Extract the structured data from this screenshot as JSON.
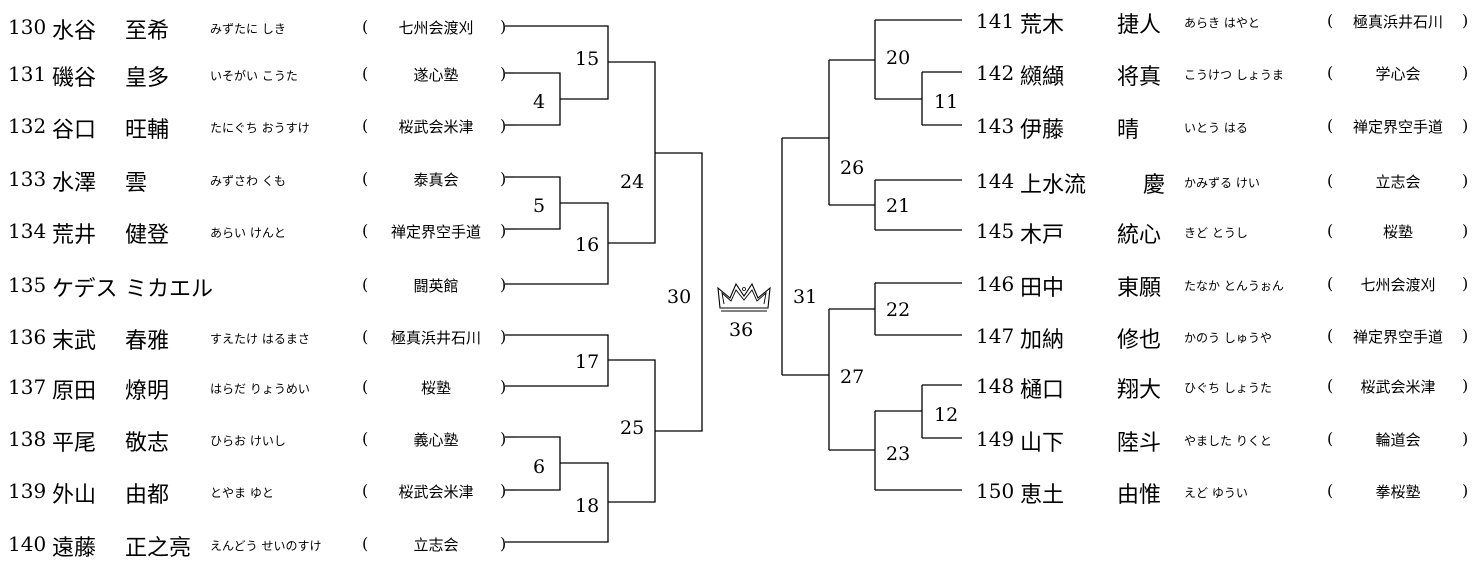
{
  "left_players": [
    {
      "no": "130",
      "family": "水谷",
      "given": "至希",
      "kana": "みずたに しき",
      "dojo": "七州会渡刈"
    },
    {
      "no": "131",
      "family": "磯谷",
      "given": "皇多",
      "kana": "いそがい こうた",
      "dojo": "遂心塾"
    },
    {
      "no": "132",
      "family": "谷口",
      "given": "旺輔",
      "kana": "たにぐち おうすけ",
      "dojo": "桜武会米津"
    },
    {
      "no": "133",
      "family": "水澤",
      "given": "雲",
      "kana": "みずさわ くも",
      "dojo": "泰真会"
    },
    {
      "no": "134",
      "family": "荒井",
      "given": "健登",
      "kana": "あらい けんと",
      "dojo": "禅定界空手道"
    },
    {
      "no": "135",
      "family": "ケデス",
      "given": "ミカエル",
      "kana": "",
      "dojo": "闘英館"
    },
    {
      "no": "136",
      "family": "末武",
      "given": "春雅",
      "kana": "すえたけ はるまさ",
      "dojo": "極真浜井石川"
    },
    {
      "no": "137",
      "family": "原田",
      "given": "燎明",
      "kana": "はらだ りょうめい",
      "dojo": "桜塾"
    },
    {
      "no": "138",
      "family": "平尾",
      "given": "敬志",
      "kana": "ひらお けいし",
      "dojo": "義心塾"
    },
    {
      "no": "139",
      "family": "外山",
      "given": "由都",
      "kana": "とやま ゆと",
      "dojo": "桜武会米津"
    },
    {
      "no": "140",
      "family": "遠藤",
      "given": "正之亮",
      "kana": "えんどう せいのすけ",
      "dojo": "立志会"
    }
  ],
  "right_players": [
    {
      "no": "141",
      "family": "荒木",
      "given": "捷人",
      "kana": "あらき はやと",
      "dojo": "極真浜井石川"
    },
    {
      "no": "142",
      "family": "纐纈",
      "given": "将真",
      "kana": "こうけつ しょうま",
      "dojo": "学心会"
    },
    {
      "no": "143",
      "family": "伊藤",
      "given": "晴",
      "kana": "いとう はる",
      "dojo": "禅定界空手道"
    },
    {
      "no": "144",
      "family": "上水流",
      "given": "慶",
      "kana": "かみずる けい",
      "dojo": "立志会"
    },
    {
      "no": "145",
      "family": "木戸",
      "given": "統心",
      "kana": "きど とうし",
      "dojo": "桜塾"
    },
    {
      "no": "146",
      "family": "田中",
      "given": "東願",
      "kana": "たなか とんうぉん",
      "dojo": "七州会渡刈"
    },
    {
      "no": "147",
      "family": "加納",
      "given": "修也",
      "kana": "かのう しゅうや",
      "dojo": "禅定界空手道"
    },
    {
      "no": "148",
      "family": "樋口",
      "given": "翔大",
      "kana": "ひぐち しょうた",
      "dojo": "桜武会米津"
    },
    {
      "no": "149",
      "family": "山下",
      "given": "陸斗",
      "kana": "やました りくと",
      "dojo": "輪道会"
    },
    {
      "no": "150",
      "family": "恵土",
      "given": "由惟",
      "kana": "えど ゆうい",
      "dojo": "拳桜塾"
    }
  ],
  "paren_open": "(",
  "paren_close": ")",
  "matches": {
    "m4": "4",
    "m5": "5",
    "m6": "6",
    "m15": "15",
    "m16": "16",
    "m17": "17",
    "m18": "18",
    "m24": "24",
    "m25": "25",
    "m30": "30",
    "m11": "11",
    "m12": "12",
    "m20": "20",
    "m21": "21",
    "m22": "22",
    "m23": "23",
    "m26": "26",
    "m27": "27",
    "m31": "31",
    "final": "36"
  },
  "icons": {
    "champion": "crown-icon"
  }
}
